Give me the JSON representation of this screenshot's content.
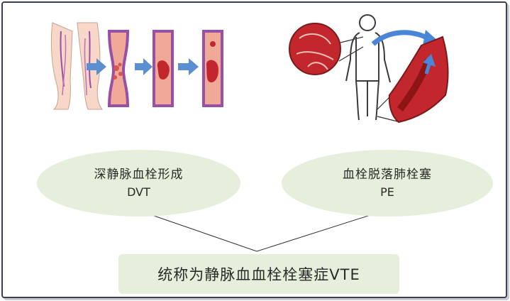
{
  "dvt": {
    "title": "深静脉血栓形成",
    "abbr": "DVT"
  },
  "pe": {
    "title": "血栓脱落肺栓塞",
    "abbr": "PE"
  },
  "summary": {
    "text": "统称为静脉血血栓栓塞症VTE"
  },
  "colors": {
    "ellipse_fill": "#e6efdb",
    "frame_border": "#3a3f57",
    "vein_wall": "#9a4fa6",
    "blood": "#f0a898",
    "clot": "#c1272d",
    "arrow": "#5b8fd1",
    "skin": "#f6d7c8"
  },
  "icons": [
    "legs-icon",
    "vein-stage-icons",
    "process-arrow-icon",
    "heart-lung-icon",
    "body-outline-icon",
    "curved-arrow-icon",
    "embolus-vessel-icon"
  ]
}
